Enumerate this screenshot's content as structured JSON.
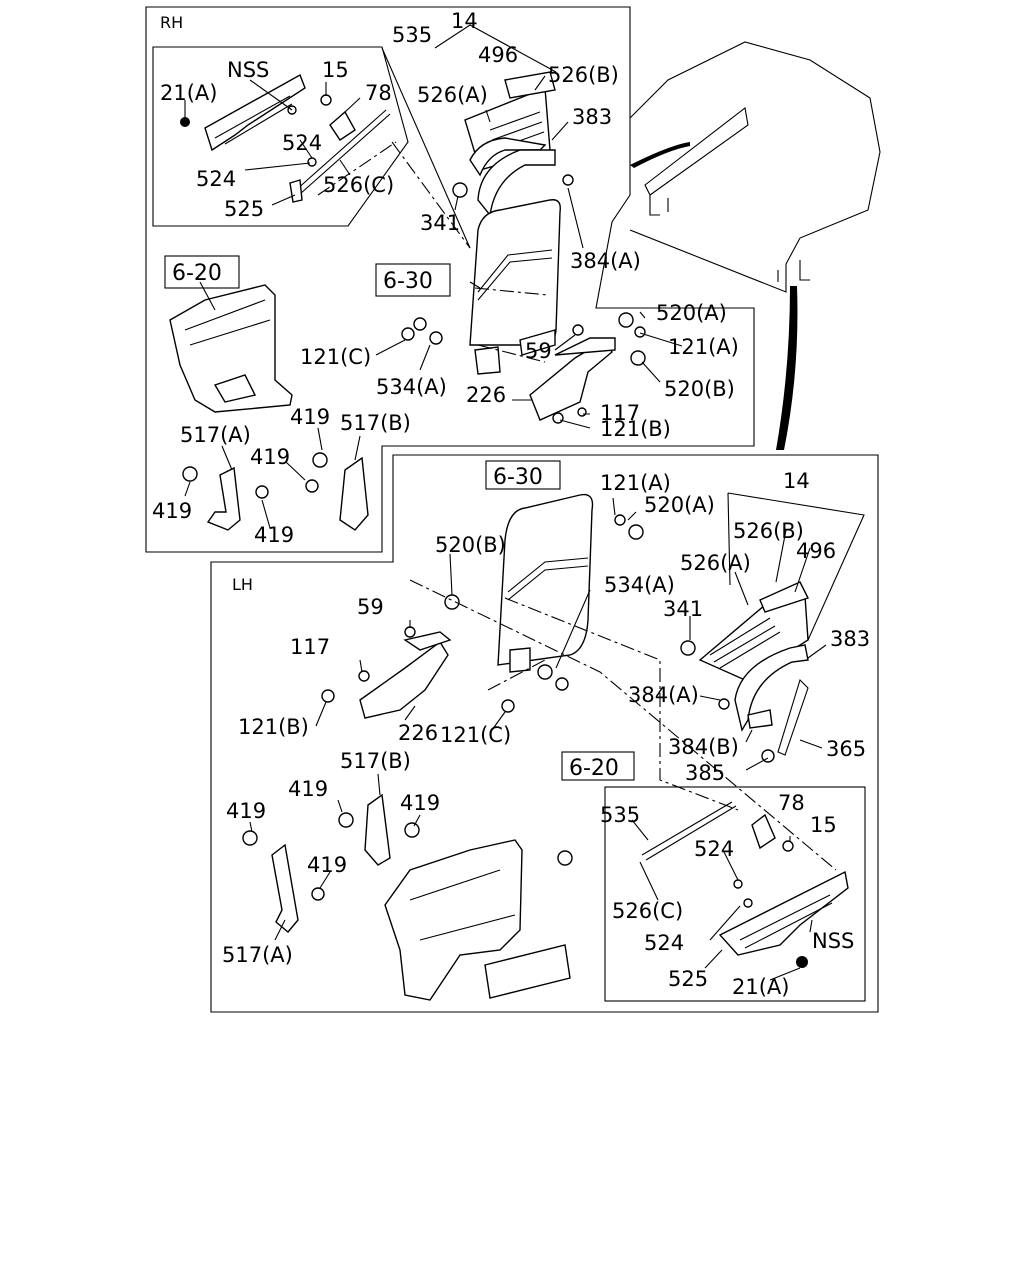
{
  "sections": {
    "rh": "RH",
    "lh": "LH"
  },
  "references": {
    "rh_620": "6-20",
    "rh_630": "6-30",
    "lh_630": "6-30",
    "lh_620": "6-20"
  },
  "callouts": {
    "rh": [
      {
        "id": "14",
        "text": "14"
      },
      {
        "id": "535",
        "text": "535"
      },
      {
        "id": "496",
        "text": "496"
      },
      {
        "id": "NSS",
        "text": "NSS"
      },
      {
        "id": "15",
        "text": "15"
      },
      {
        "id": "21A",
        "text": "21(A)"
      },
      {
        "id": "78",
        "text": "78"
      },
      {
        "id": "526A",
        "text": "526(A)"
      },
      {
        "id": "526B",
        "text": "526(B)"
      },
      {
        "id": "383",
        "text": "383"
      },
      {
        "id": "524a",
        "text": "524"
      },
      {
        "id": "524b",
        "text": "524"
      },
      {
        "id": "526C",
        "text": "526(C)"
      },
      {
        "id": "525",
        "text": "525"
      },
      {
        "id": "341",
        "text": "341"
      },
      {
        "id": "384A",
        "text": "384(A)"
      },
      {
        "id": "520A",
        "text": "520(A)"
      },
      {
        "id": "121A",
        "text": "121(A)"
      },
      {
        "id": "121C",
        "text": "121(C)"
      },
      {
        "id": "59",
        "text": "59"
      },
      {
        "id": "534A",
        "text": "534(A)"
      },
      {
        "id": "520B",
        "text": "520(B)"
      },
      {
        "id": "117",
        "text": "117"
      },
      {
        "id": "226",
        "text": "226"
      },
      {
        "id": "121B",
        "text": "121(B)"
      },
      {
        "id": "419a",
        "text": "419"
      },
      {
        "id": "517A",
        "text": "517(A)"
      },
      {
        "id": "517B",
        "text": "517(B)"
      },
      {
        "id": "419b",
        "text": "419"
      },
      {
        "id": "419c",
        "text": "419"
      },
      {
        "id": "419d",
        "text": "419"
      }
    ],
    "lh": [
      {
        "id": "121A",
        "text": "121(A)"
      },
      {
        "id": "520A",
        "text": "520(A)"
      },
      {
        "id": "14",
        "text": "14"
      },
      {
        "id": "526B",
        "text": "526(B)"
      },
      {
        "id": "496",
        "text": "496"
      },
      {
        "id": "526A",
        "text": "526(A)"
      },
      {
        "id": "520B",
        "text": "520(B)"
      },
      {
        "id": "534A",
        "text": "534(A)"
      },
      {
        "id": "59",
        "text": "59"
      },
      {
        "id": "341",
        "text": "341"
      },
      {
        "id": "383",
        "text": "383"
      },
      {
        "id": "117",
        "text": "117"
      },
      {
        "id": "384A",
        "text": "384(A)"
      },
      {
        "id": "121B",
        "text": "121(B)"
      },
      {
        "id": "226",
        "text": "226"
      },
      {
        "id": "121C",
        "text": "121(C)"
      },
      {
        "id": "384B",
        "text": "384(B)"
      },
      {
        "id": "365",
        "text": "365"
      },
      {
        "id": "517B",
        "text": "517(B)"
      },
      {
        "id": "385",
        "text": "385"
      },
      {
        "id": "419a",
        "text": "419"
      },
      {
        "id": "419b",
        "text": "419"
      },
      {
        "id": "78",
        "text": "78"
      },
      {
        "id": "419c",
        "text": "419"
      },
      {
        "id": "535",
        "text": "535"
      },
      {
        "id": "15",
        "text": "15"
      },
      {
        "id": "524a",
        "text": "524"
      },
      {
        "id": "419d",
        "text": "419"
      },
      {
        "id": "526C",
        "text": "526(C)"
      },
      {
        "id": "524b",
        "text": "524"
      },
      {
        "id": "NSS",
        "text": "NSS"
      },
      {
        "id": "517A",
        "text": "517(A)"
      },
      {
        "id": "525",
        "text": "525"
      },
      {
        "id": "21A",
        "text": "21(A)"
      }
    ]
  }
}
